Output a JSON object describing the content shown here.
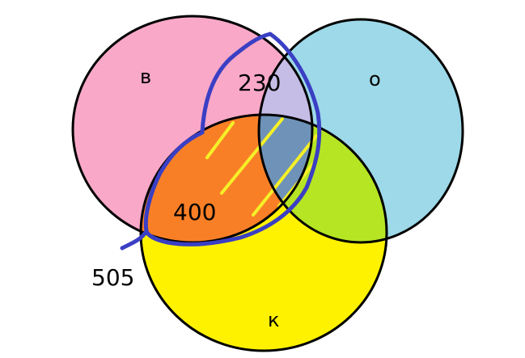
{
  "labels": {
    "set_left": "в",
    "set_right": "о",
    "set_bottom": "к",
    "top_overlap": "230",
    "left_overlap": "400",
    "outside_value": "505"
  },
  "colors": {
    "pink": "#f9a8c8",
    "blue": "#9dd9e8",
    "yellow": "#fff200",
    "lavender": "#c6bde6",
    "orange": "#f97f26",
    "lime": "#b6e524",
    "slate": "#6f93b8",
    "hatch": "#f5f028",
    "ink": "#3a3fc4",
    "outline": "#000000"
  }
}
